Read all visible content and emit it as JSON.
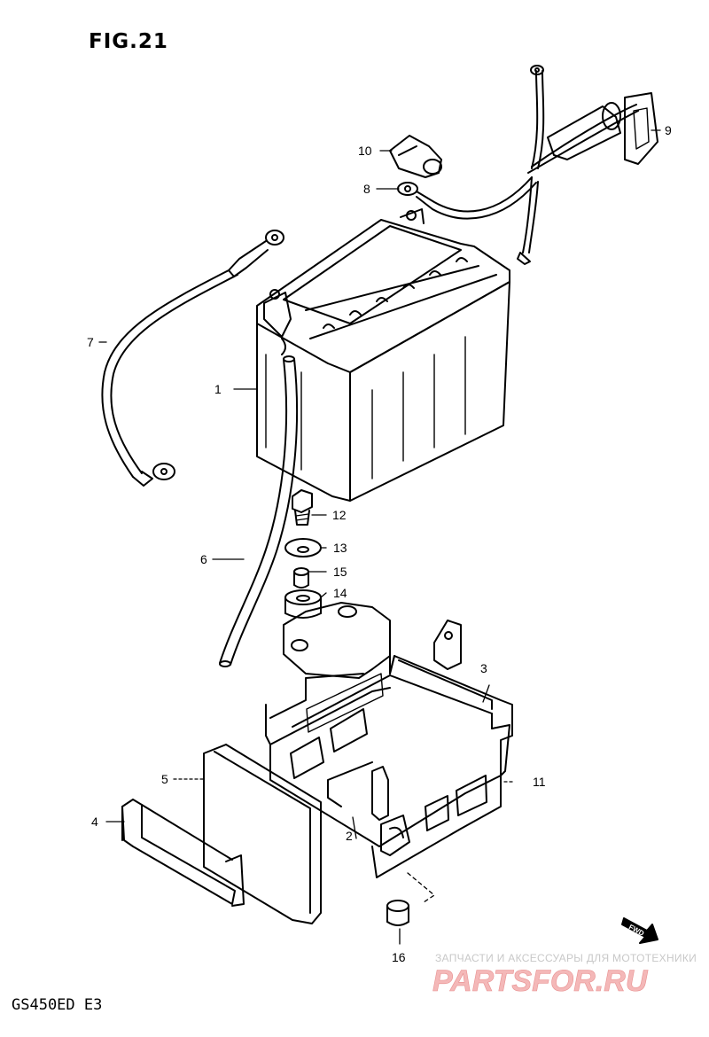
{
  "figure": {
    "title": "FIG.21"
  },
  "model": {
    "code": "GS450ED E3"
  },
  "watermark": {
    "caption": "ЗАПЧАСТИ И АКСЕССУАРЫ ДЛЯ МОТОТЕХНИКИ",
    "brand": "PARTSFOR.RU"
  },
  "direction_badge": {
    "text": "FWD"
  },
  "callouts": [
    {
      "id": "c1",
      "number": "1"
    },
    {
      "id": "c2",
      "number": "2"
    },
    {
      "id": "c3",
      "number": "3"
    },
    {
      "id": "c4",
      "number": "4"
    },
    {
      "id": "c5",
      "number": "5"
    },
    {
      "id": "c6",
      "number": "6"
    },
    {
      "id": "c7",
      "number": "7"
    },
    {
      "id": "c8",
      "number": "8"
    },
    {
      "id": "c9",
      "number": "9"
    },
    {
      "id": "c10",
      "number": "10"
    },
    {
      "id": "c11",
      "number": "11"
    },
    {
      "id": "c12",
      "number": "12"
    },
    {
      "id": "c13",
      "number": "13"
    },
    {
      "id": "c14",
      "number": "14"
    },
    {
      "id": "c15",
      "number": "15"
    },
    {
      "id": "c16",
      "number": "16"
    }
  ]
}
